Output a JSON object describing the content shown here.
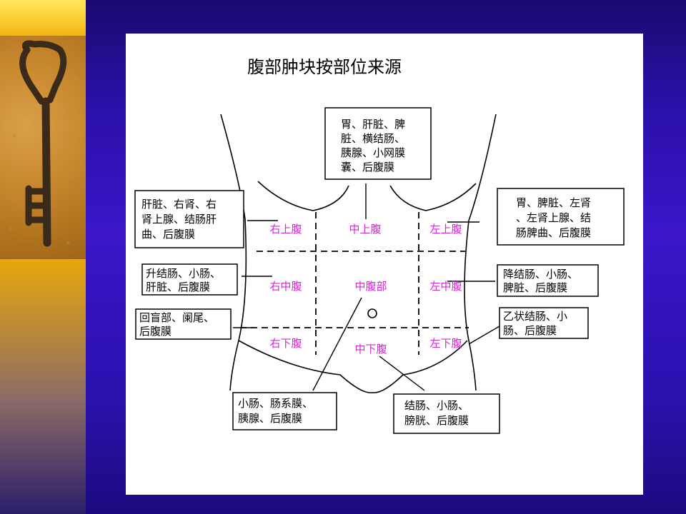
{
  "title": "腹部肿块按部位来源",
  "regions": {
    "right_upper": "右上腹",
    "mid_upper": "中上腹",
    "left_upper": "左上腹",
    "right_mid": "右中腹",
    "mid_mid": "中腹部",
    "left_mid": "左中腹",
    "right_lower": "右下腹",
    "mid_lower": "中下腹",
    "left_lower": "左下腹"
  },
  "boxes": {
    "top_center": [
      "胃、肝脏、脾",
      "脏、横结肠、",
      "胰腺、小网膜",
      "囊、后腹膜"
    ],
    "right_upper": [
      "肝脏、右肾、右",
      "肾上腺、结肠肝",
      "曲、后腹膜"
    ],
    "left_upper": [
      "胃、脾脏、左肾",
      "、左肾上腺、结",
      "肠脾曲、后腹膜"
    ],
    "right_mid": [
      "升结肠、小肠、",
      "肝脏、后腹膜"
    ],
    "left_mid": [
      "降结肠、小肠、",
      "脾脏、后腹膜"
    ],
    "right_lower": [
      "回盲部、阑尾、",
      "后腹膜"
    ],
    "left_lower": [
      "乙状结肠、小",
      "肠、后腹膜"
    ],
    "bottom_left": [
      "小肠、肠系膜、",
      "胰腺、后腹膜"
    ],
    "bottom_right": [
      "结肠、小肠、",
      "膀胱、后腹膜"
    ]
  },
  "colors": {
    "region_label": "#d02bd0",
    "background": "#2a10a8",
    "accent": "#f0b010"
  }
}
